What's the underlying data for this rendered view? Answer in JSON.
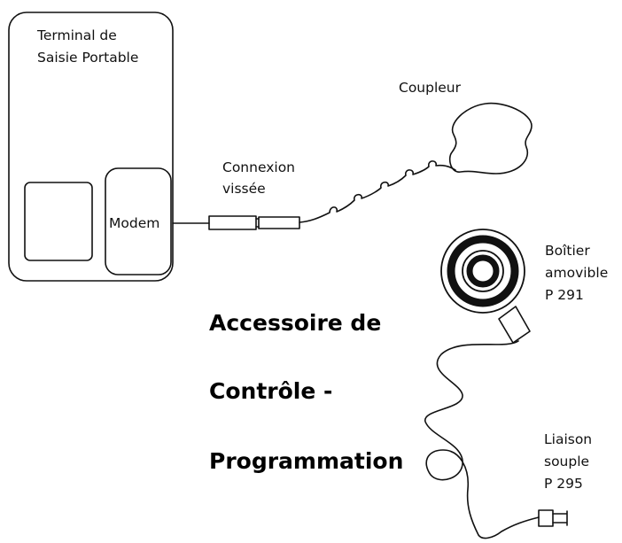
{
  "terminal": {
    "line1": "Terminal de",
    "line2": "Saisie Portable"
  },
  "modem": "Modem",
  "connexion": {
    "line1": "Connexion",
    "line2": "vissée"
  },
  "coupleur": "Coupleur",
  "boitier": {
    "line1": "Boîtier",
    "line2": "amovible",
    "line3": "P 291"
  },
  "liaison": {
    "line1": "Liaison",
    "line2": "souple",
    "line3": "P 295"
  },
  "title": {
    "line1": "Accessoire de",
    "line2": "Contrôle -",
    "line3": "Programmation"
  }
}
